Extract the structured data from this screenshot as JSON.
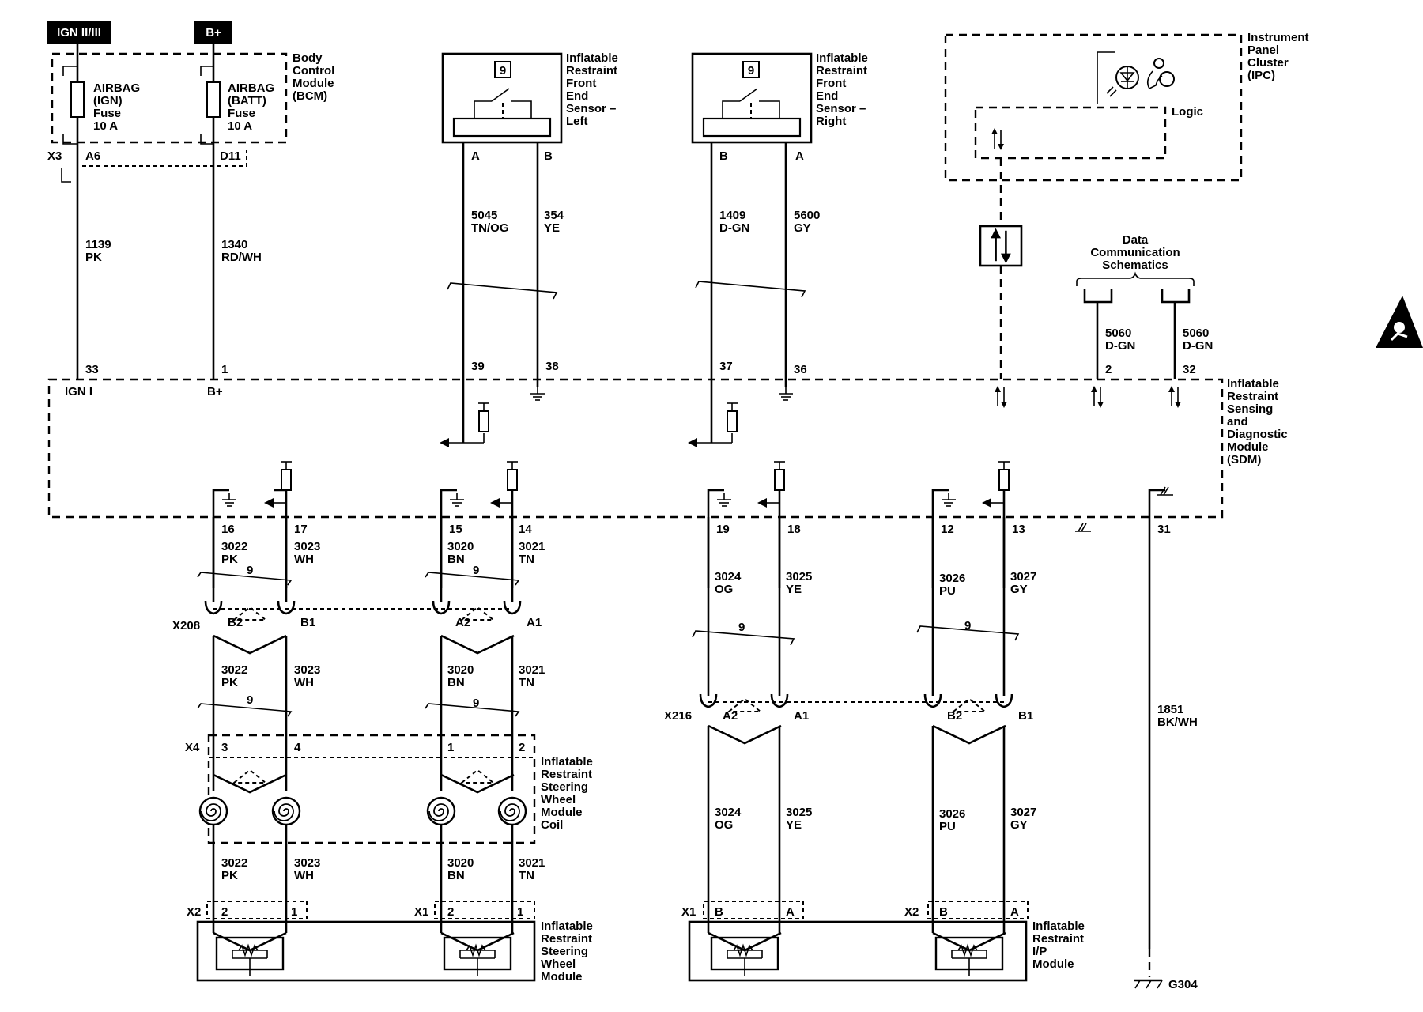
{
  "power": {
    "ign": "IGN II/III",
    "batt": "B+"
  },
  "bcm": {
    "title": [
      "Body",
      "Control",
      "Module",
      "(BCM)"
    ],
    "fuse_ign": [
      "AIRBAG",
      "(IGN)",
      "Fuse",
      "10 A"
    ],
    "fuse_batt": [
      "AIRBAG",
      "(BATT)",
      "Fuse",
      "10 A"
    ],
    "conn": "X3",
    "pin_ign": "A6",
    "pin_batt": "D11"
  },
  "feed_wires": {
    "ign": [
      "1139",
      "PK"
    ],
    "batt": [
      "1340",
      "RD/WH"
    ]
  },
  "front_left": {
    "title": [
      "Inflatable",
      "Restraint",
      "Front",
      "End",
      "Sensor –",
      "Left"
    ],
    "icon": "9",
    "pin_a": "A",
    "pin_b": "B",
    "wire_a": [
      "5045",
      "TN/OG"
    ],
    "wire_b": [
      "354",
      "YE"
    ]
  },
  "front_right": {
    "title": [
      "Inflatable",
      "Restraint",
      "Front",
      "End",
      "Sensor –",
      "Right"
    ],
    "icon": "9",
    "pin_b": "B",
    "pin_a": "A",
    "wire_b": [
      "1409",
      "D-GN"
    ],
    "wire_a": [
      "5600",
      "GY"
    ]
  },
  "ipc": {
    "title": [
      "Instrument",
      "Panel",
      "Cluster",
      "(IPC)"
    ],
    "logic": "Logic"
  },
  "data_comm": {
    "title": [
      "Data",
      "Communication",
      "Schematics"
    ],
    "wire_1": [
      "5060",
      "D-GN"
    ],
    "wire_2": [
      "5060",
      "D-GN"
    ]
  },
  "sdm": {
    "title": [
      "Inflatable",
      "Restraint",
      "Sensing",
      "and",
      "Diagnostic",
      "Module",
      "(SDM)"
    ],
    "top_pins": [
      "33",
      "1",
      "39",
      "38",
      "37",
      "36",
      "2",
      "32"
    ],
    "ign_label": "IGN I",
    "batt_label": "B+",
    "bottom_pins": [
      "16",
      "17",
      "15",
      "14",
      "19",
      "18",
      "12",
      "13",
      "31"
    ]
  },
  "twist_label": "9",
  "steering_wires_upper": [
    [
      "3022",
      "PK"
    ],
    [
      "3023",
      "WH"
    ],
    [
      "3020",
      "BN"
    ],
    [
      "3021",
      "TN"
    ]
  ],
  "x208": {
    "name": "X208",
    "pins": [
      "B2",
      "B1",
      "A2",
      "A1"
    ]
  },
  "steering_wires_mid": [
    [
      "3022",
      "PK"
    ],
    [
      "3023",
      "WH"
    ],
    [
      "3020",
      "BN"
    ],
    [
      "3021",
      "TN"
    ]
  ],
  "coil": {
    "conn": "X4",
    "pins": [
      "3",
      "4",
      "1",
      "2"
    ],
    "title": [
      "Inflatable",
      "Restraint",
      "Steering",
      "Wheel",
      "Module",
      "Coil"
    ]
  },
  "steering_wires_lower": [
    [
      "3022",
      "PK"
    ],
    [
      "3023",
      "WH"
    ],
    [
      "3020",
      "BN"
    ],
    [
      "3021",
      "TN"
    ]
  ],
  "steering_module": {
    "conn_left": "X2",
    "pins_left": [
      "2",
      "1"
    ],
    "conn_right": "X1",
    "pins_right": [
      "2",
      "1"
    ],
    "title": [
      "Inflatable",
      "Restraint",
      "Steering",
      "Wheel",
      "Module"
    ]
  },
  "ip_wires_upper": [
    [
      "3024",
      "OG"
    ],
    [
      "3025",
      "YE"
    ],
    [
      "3026",
      "PU"
    ],
    [
      "3027",
      "GY"
    ]
  ],
  "x216": {
    "name": "X216",
    "pins": [
      "A2",
      "A1",
      "B2",
      "B1"
    ]
  },
  "ip_wires_lower": [
    [
      "3024",
      "OG"
    ],
    [
      "3025",
      "YE"
    ],
    [
      "3026",
      "PU"
    ],
    [
      "3027",
      "GY"
    ]
  ],
  "ip_module": {
    "conn_left": "X1",
    "pins_left": [
      "B",
      "A"
    ],
    "conn_right": "X2",
    "pins_right": [
      "B",
      "A"
    ],
    "title": [
      "Inflatable",
      "Restraint",
      "I/P",
      "Module"
    ]
  },
  "ground": {
    "wire": [
      "1851",
      "BK/WH"
    ],
    "name": "G304"
  }
}
